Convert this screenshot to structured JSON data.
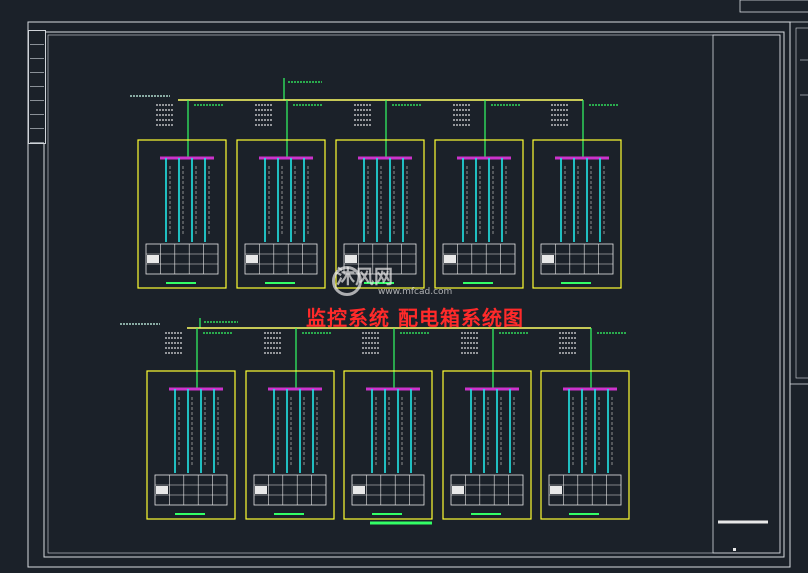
{
  "drawing_title": "监控系统 配电箱系统图",
  "watermark": {
    "brand": "沐风网",
    "url": "www.mfcad.com"
  },
  "colors": {
    "background": "#1b2129",
    "frame": "#d7dbe0",
    "panel_border": "#ffff33",
    "bus": "#ffff66",
    "feeder": "#33ff66",
    "branch": "#22e6e6",
    "busbar_top": "#cc33cc",
    "title": "#ff2a2a",
    "table": "#e8e8e8"
  },
  "rows": [
    {
      "panels": 5,
      "branches_per_panel": 4
    },
    {
      "panels": 5,
      "branches_per_panel": 4
    }
  ]
}
